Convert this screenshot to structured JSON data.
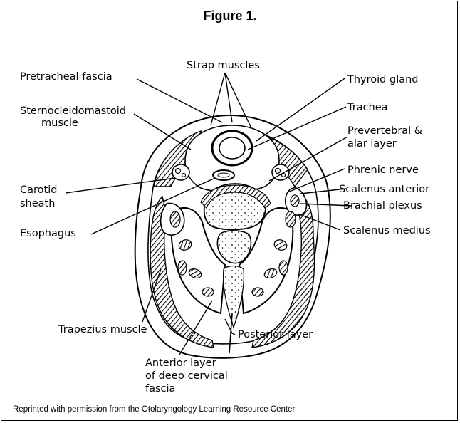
{
  "figure": {
    "title": "Figure 1.",
    "credit": "Reprinted with permission from the Otolaryngology Learning Resource Center"
  },
  "labels": {
    "strap_muscles": "Strap muscles",
    "pretracheal_fascia": "Pretracheal  fascia",
    "thyroid_gland": "Thyroid gland",
    "sternocleidomastoid_line1": "Sternocleidomastoid",
    "sternocleidomastoid_line2": "muscle",
    "trachea": "Trachea",
    "prevertebral_line1": "Prevertebral   &",
    "prevertebral_line2": "alar layer",
    "phrenic_nerve": "Phrenic nerve",
    "carotid_line1": "Carotid",
    "carotid_line2": "sheath",
    "scalenus_anterior": "Scalenus anterior",
    "brachial_plexus": "Brachial plexus",
    "esophagus": "Esophagus",
    "scalenus_medius": "Scalenus medius",
    "trapezius": "Trapezius muscle",
    "posterior_layer": "Posterior layer",
    "anterior_line1": "Anterior layer",
    "anterior_line2": "of deep cervical",
    "anterior_line3": "fascia"
  }
}
